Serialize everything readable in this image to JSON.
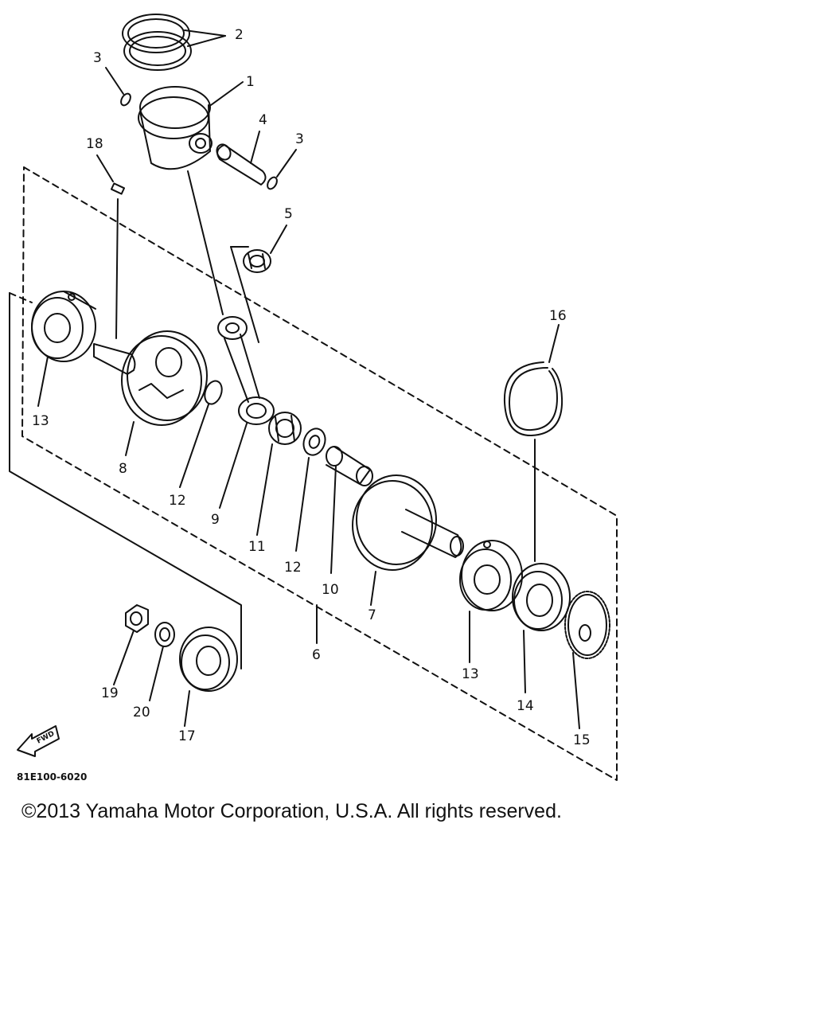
{
  "diagram": {
    "part_callouts": [
      "1",
      "2",
      "3",
      "3",
      "4",
      "5",
      "6",
      "7",
      "8",
      "9",
      "10",
      "11",
      "12",
      "12",
      "13",
      "13",
      "14",
      "15",
      "16",
      "17",
      "18",
      "19",
      "20"
    ],
    "forward_marker": "FWD",
    "diagram_code": "81E100-6020"
  },
  "copyright": "©2013 Yamaha Motor Corporation, U.S.A. All rights reserved."
}
